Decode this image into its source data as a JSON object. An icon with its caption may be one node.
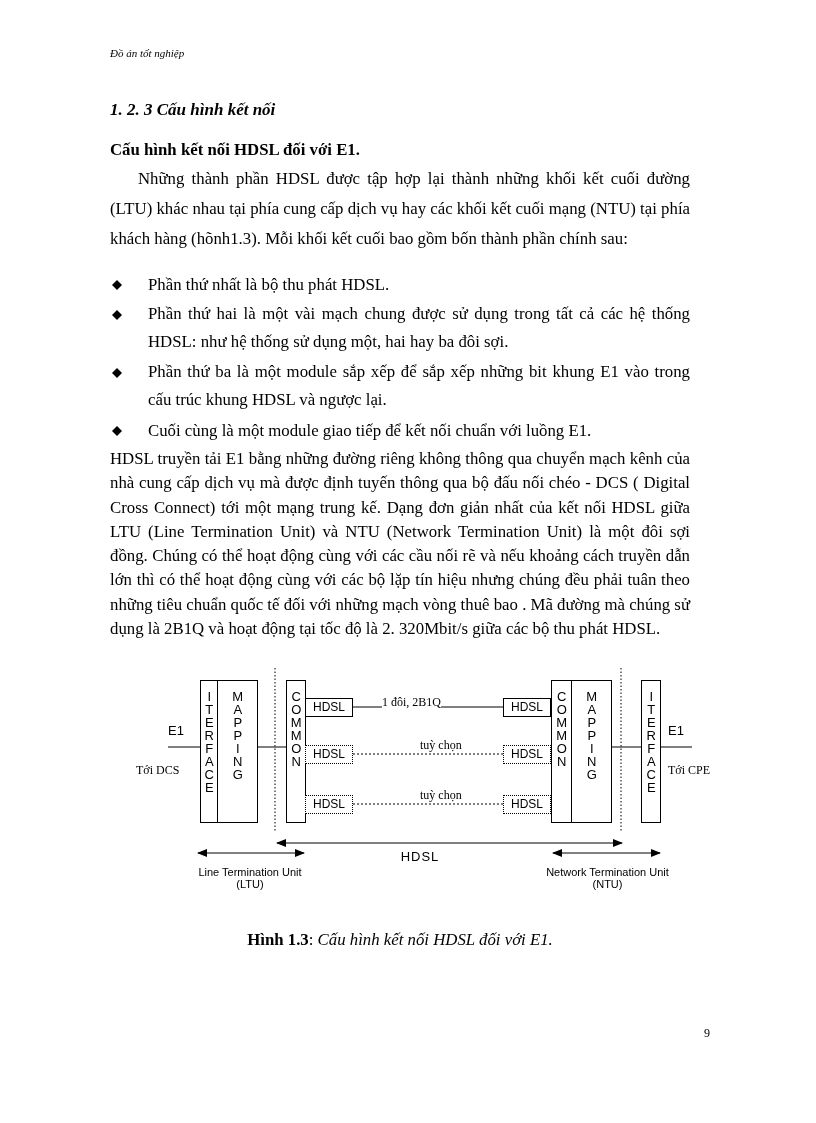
{
  "diagram": {
    "title": "1. 2. 3 Cấu hình kết nối",
    "caption": "**Hình 1.3**: *Cấu hình kết nối HDSL đối với E1.*",
    "nodes": [
      {
        "text": [
          "ITERFACE"
        ],
        "beside": [
          "Tới DCS"
        ]
      },
      {
        "text": [
          "MAPPING"
        ]
      },
      {
        "text": [
          "COMMON"
        ]
      },
      {
        "text": [
          "HDSL"
        ]
      },
      {
        "text": [
          "HDSL"
        ]
      },
      {
        "text": [
          "HDSL"
        ]
      },
      {
        "text": [
          "HDSL"
        ]
      },
      {
        "text": [
          "HDSL"
        ]
      },
      {
        "text": [
          "HDSL"
        ]
      },
      {
        "text": [
          "COMMON"
        ]
      },
      {
        "text": [
          "MAPPING"
        ]
      },
      {
        "text": [
          "ITERFACE"
        ],
        "beside": [
          "Tới CPE"
        ]
      }
    ],
    "edges": [
      {
        "from": null,
        "to": 0,
        "arrow": "none",
        "label": "E1"
      },
      {
        "from": 1,
        "to": 2,
        "arrow": "none"
      },
      {
        "from": 3,
        "to": 6,
        "arrow": "none",
        "label": "1 đôi, 2B1Q"
      },
      {
        "from": 4,
        "to": 7,
        "arrow": "none",
        "label": "tuỳ chọn",
        "style": "dashed"
      },
      {
        "from": 5,
        "to": 8,
        "arrow": "none",
        "label": "tuỳ chọn",
        "style": "dashed"
      },
      {
        "from": 10,
        "to": 11,
        "arrow": "none"
      },
      {
        "from": 11,
        "to": null,
        "arrow": "none",
        "label": "E1"
      }
    ],
    "labels": [
      "Đồ án tốt nghiệp",
      "Cấu hình kết nối HDSL đối với E1.",
      "Những thành phần HDSL được tập hợp lại thành những khối kết cuối đường (LTU) khác nhau tại phía cung cấp dịch vụ hay các khối kết cuối mạng (NTU) tại phía khách hàng (hõnh1.3). Mỗi khối kết cuối bao gồm bốn thành phần chính sau:",
      "Phần thứ nhất là bộ thu phát HDSL.",
      "Phần thứ hai là một vài mạch chung được sử dụng trong tất cả các hệ thống HDSL: như hệ thống sử dụng một, hai hay ba đôi sợi.",
      "Phần thứ ba là một module sắp xếp để sắp xếp những bit khung E1 vào trong cấu trúc khung HDSL và ngược lại.",
      "Cuối cùng là một module giao tiếp để kết nối chuẩn với luồng E1.",
      "HDSL truyền tải E1 bằng những đường riêng không thông qua chuyển mạch kênh của nhà cung cấp dịch vụ mà được định tuyến thông qua bộ đấu nối chéo - DCS ( Digital Cross Connect) tới một mạng trung kế. Dạng đơn giản nhất của kết nối HDSL giữa LTU (Line Termination Unit) và NTU (Network Termination Unit) là một đôi sợi đồng. Chúng có thể hoạt động cùng với các cầu nối rẽ và nếu khoảng cách truyền dẫn lớn thì có thể hoạt động cùng với các bộ lặp tín hiệu nhưng chúng đều phải tuân theo những tiêu chuẩn quốc tế đối với những mạch vòng thuê bao . Mã đường mà chúng sử dụng là 2B1Q và hoạt động tại tốc độ là 2. 320Mbit/s giữa các bộ thu phát HDSL.",
      "HDSL",
      "Line Termination Unit (LTU)",
      "Network Termination Unit (NTU)",
      "9"
    ]
  }
}
